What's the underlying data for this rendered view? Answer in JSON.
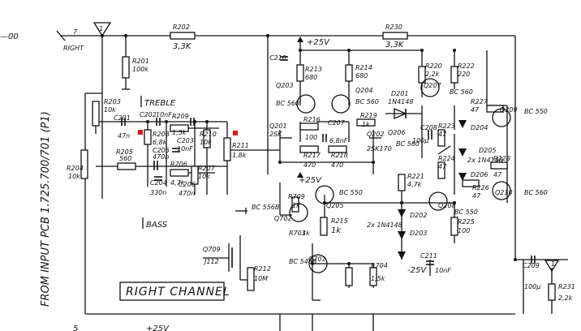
{
  "title": "RIGHT CHANNEL",
  "input": {
    "label": "RIGHT",
    "pin": "7",
    "node": "1"
  },
  "output": {
    "node": "1",
    "cap_label": "C209",
    "cap_value": "100µ",
    "res_label": "R231",
    "res_value": "2,2k"
  },
  "side_note": "FROM INPUT PCB 1.725.700/701 (P1)",
  "top_fragments": [
    "—00",
    "5",
    "+25V"
  ],
  "sections": {
    "treble": "TREBLE",
    "bass": "BASS"
  },
  "supply": {
    "positive": "+25V",
    "negative": "-25V"
  },
  "resistors": [
    {
      "ref": "R202",
      "value": "3,3K"
    },
    {
      "ref": "R230",
      "value": "3,3K"
    },
    {
      "ref": "R201",
      "value": "100k"
    },
    {
      "ref": "R203",
      "value": "10k"
    },
    {
      "ref": "R204",
      "value": "10k"
    },
    {
      "ref": "R205",
      "value": "560"
    },
    {
      "ref": "R206",
      "value": "4,7k"
    },
    {
      "ref": "R207",
      "value": "10k"
    },
    {
      "ref": "R208",
      "value": "6,8k"
    },
    {
      "ref": "R209",
      "value": "1,5k"
    },
    {
      "ref": "R210",
      "value": "10k"
    },
    {
      "ref": "R211",
      "value": "1,8k"
    },
    {
      "ref": "R212",
      "value": "10M"
    },
    {
      "ref": "R213",
      "value": "680"
    },
    {
      "ref": "R214",
      "value": "680"
    },
    {
      "ref": "R215",
      "value": "1k"
    },
    {
      "ref": "R216",
      "value": "100"
    },
    {
      "ref": "R217",
      "value": "470"
    },
    {
      "ref": "R218",
      "value": "470"
    },
    {
      "ref": "R219",
      "value": "1k"
    },
    {
      "ref": "R220",
      "value": "2,2k"
    },
    {
      "ref": "R221",
      "value": "4,7k"
    },
    {
      "ref": "R222",
      "value": "220"
    },
    {
      "ref": "R223",
      "value": "47"
    },
    {
      "ref": "R224",
      "value": "47"
    },
    {
      "ref": "R225",
      "value": "100"
    },
    {
      "ref": "R226",
      "value": "47"
    },
    {
      "ref": "R227",
      "value": "47"
    },
    {
      "ref": "R228",
      "value": "47"
    },
    {
      "ref": "R703",
      "value": "1k"
    },
    {
      "ref": "R704",
      "value": "1,5k"
    },
    {
      "ref": "R709",
      "value": "1k"
    }
  ],
  "capacitors": [
    {
      "ref": "C201",
      "value": "47n"
    },
    {
      "ref": "C202",
      "value": "10nF"
    },
    {
      "ref": "C203",
      "value": "10nF"
    },
    {
      "ref": "C204",
      "value": "330n"
    },
    {
      "ref": "C205",
      "value": "470n"
    },
    {
      "ref": "C206",
      "value": "470n"
    },
    {
      "ref": "C207",
      "value": "6,8nF"
    },
    {
      "ref": "C208",
      "value": "100µ"
    },
    {
      "ref": "C210",
      "value": ""
    },
    {
      "ref": "C211",
      "value": "10nF"
    }
  ],
  "transistors": [
    {
      "ref": "Q201",
      "type": "2SK"
    },
    {
      "ref": "Q202",
      "type": "2SK170"
    },
    {
      "ref": "Q203",
      "type": "BC 560"
    },
    {
      "ref": "Q204",
      "type": "BC 560"
    },
    {
      "ref": "Q205",
      "type": "BC 550"
    },
    {
      "ref": "Q206",
      "type": "BC 560"
    },
    {
      "ref": "Q207",
      "type": "BC 560"
    },
    {
      "ref": "Q208",
      "type": "BC 550"
    },
    {
      "ref": "Q209",
      "type": "BC 550"
    },
    {
      "ref": "Q210",
      "type": "BC 560"
    },
    {
      "ref": "Q701",
      "type": "BC 546B"
    },
    {
      "ref": "Q702",
      "type": "BC 556B"
    },
    {
      "ref": "Q709",
      "type": "J112"
    }
  ],
  "diodes": [
    {
      "ref": "D201",
      "type": "1N4148"
    },
    {
      "ref": "D202",
      "type": "2x 1N4148"
    },
    {
      "ref": "D203",
      "type": ""
    },
    {
      "ref": "D204",
      "type": "2x 1N4148"
    },
    {
      "ref": "D205",
      "type": ""
    },
    {
      "ref": "D206",
      "type": ""
    }
  ],
  "colors": {
    "ink": "#111111",
    "paper": "#ffffff",
    "marker": "#e01818"
  }
}
